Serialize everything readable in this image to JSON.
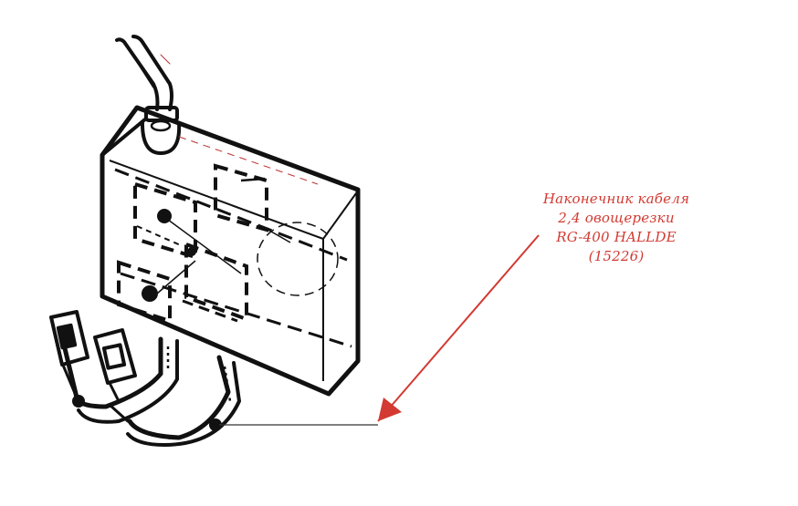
{
  "diagram": {
    "callout": {
      "lines": [
        "Наконечник кабеля",
        "2,4 овощерезки",
        "RG-400 HALLDE",
        "(15226)"
      ]
    },
    "colors": {
      "background": "#ffffff",
      "line_art": "#111111",
      "callout_text": "#d23a32",
      "arrow": "#d23a32",
      "leader_line": "#333333"
    }
  }
}
